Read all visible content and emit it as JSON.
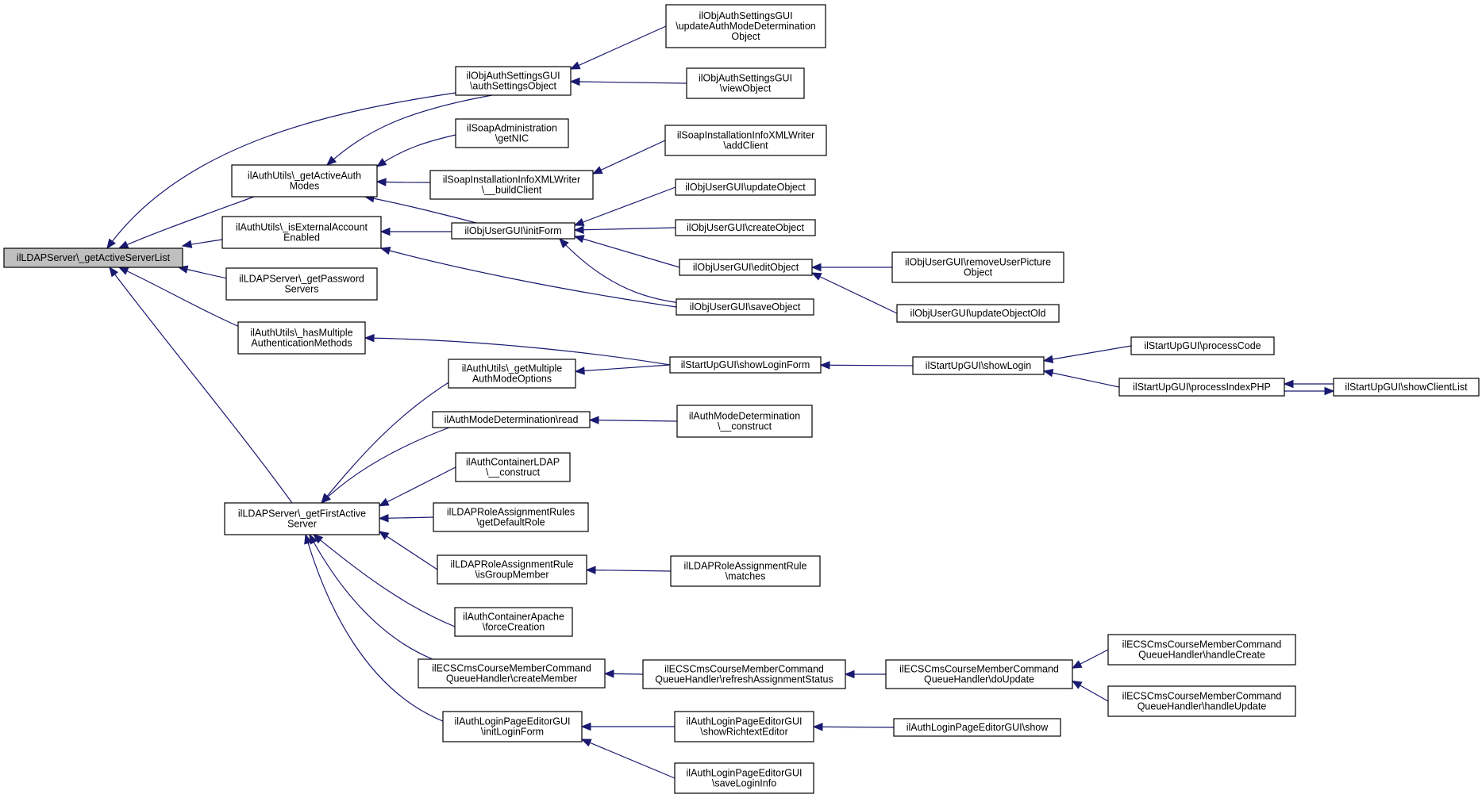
{
  "graph": {
    "colors": {
      "edge": "#191970",
      "root_fill": "#bfbfbf",
      "node_fill": "#ffffff",
      "border": "#000000"
    },
    "nodes": [
      {
        "id": "root",
        "lines": [
          "ilLDAPServer\\_getActiveServerList"
        ],
        "root": true
      },
      {
        "id": "getActiveAuthModes",
        "lines": [
          "ilAuthUtils\\_getActiveAuth",
          "Modes"
        ]
      },
      {
        "id": "isExternalAccountEnabled",
        "lines": [
          "ilAuthUtils\\_isExternalAccount",
          "Enabled"
        ]
      },
      {
        "id": "getPasswordServers",
        "lines": [
          "ilLDAPServer\\_getPassword",
          "Servers"
        ]
      },
      {
        "id": "hasMultipleAuth",
        "lines": [
          "ilAuthUtils\\_hasMultiple",
          "AuthenticationMethods"
        ]
      },
      {
        "id": "getFirstActiveServer",
        "lines": [
          "ilLDAPServer\\_getFirstActive",
          "Server"
        ]
      },
      {
        "id": "authSettingsObject",
        "lines": [
          "ilObjAuthSettingsGUI",
          "\\authSettingsObject"
        ]
      },
      {
        "id": "soapGetNIC",
        "lines": [
          "ilSoapAdministration",
          "\\getNIC"
        ]
      },
      {
        "id": "soapBuildClient",
        "lines": [
          "ilSoapInstallationInfoXMLWriter",
          "\\__buildClient"
        ]
      },
      {
        "id": "initForm",
        "lines": [
          "ilObjUserGUI\\initForm"
        ]
      },
      {
        "id": "getMultipleAuthModeOptions",
        "lines": [
          "ilAuthUtils\\_getMultiple",
          "AuthModeOptions"
        ]
      },
      {
        "id": "authModeDetRead",
        "lines": [
          "ilAuthModeDetermination\\read"
        ]
      },
      {
        "id": "authContainerLDAPConstruct",
        "lines": [
          "ilAuthContainerLDAP",
          "\\__construct"
        ]
      },
      {
        "id": "getDefaultRole",
        "lines": [
          "ilLDAPRoleAssignmentRules",
          "\\getDefaultRole"
        ]
      },
      {
        "id": "isGroupMember",
        "lines": [
          "ilLDAPRoleAssignmentRule",
          "\\isGroupMember"
        ]
      },
      {
        "id": "forceCreation",
        "lines": [
          "ilAuthContainerApache",
          "\\forceCreation"
        ]
      },
      {
        "id": "createMember",
        "lines": [
          "ilECSCmsCourseMemberCommand",
          "QueueHandler\\createMember"
        ]
      },
      {
        "id": "initLoginForm",
        "lines": [
          "ilAuthLoginPageEditorGUI",
          "\\initLoginForm"
        ]
      },
      {
        "id": "updateAuthModeDet",
        "lines": [
          "ilObjAuthSettingsGUI",
          "\\updateAuthModeDetermination",
          "Object"
        ]
      },
      {
        "id": "viewObject",
        "lines": [
          "ilObjAuthSettingsGUI",
          "\\viewObject"
        ]
      },
      {
        "id": "addClient",
        "lines": [
          "ilSoapInstallationInfoXMLWriter",
          "\\addClient"
        ]
      },
      {
        "id": "updateObject",
        "lines": [
          "ilObjUserGUI\\updateObject"
        ]
      },
      {
        "id": "createObject",
        "lines": [
          "ilObjUserGUI\\createObject"
        ]
      },
      {
        "id": "editObject",
        "lines": [
          "ilObjUserGUI\\editObject"
        ]
      },
      {
        "id": "saveObject",
        "lines": [
          "ilObjUserGUI\\saveObject"
        ]
      },
      {
        "id": "showLoginForm",
        "lines": [
          "ilStartUpGUI\\showLoginForm"
        ]
      },
      {
        "id": "authModeDetConstruct",
        "lines": [
          "ilAuthModeDetermination",
          "\\__construct"
        ]
      },
      {
        "id": "matches",
        "lines": [
          "ilLDAPRoleAssignmentRule",
          "\\matches"
        ]
      },
      {
        "id": "refreshAssignmentStatus",
        "lines": [
          "ilECSCmsCourseMemberCommand",
          "QueueHandler\\refreshAssignmentStatus"
        ]
      },
      {
        "id": "showRichtextEditor",
        "lines": [
          "ilAuthLoginPageEditorGUI",
          "\\showRichtextEditor"
        ]
      },
      {
        "id": "saveLoginInfo",
        "lines": [
          "ilAuthLoginPageEditorGUI",
          "\\saveLoginInfo"
        ]
      },
      {
        "id": "removeUserPictureObject",
        "lines": [
          "ilObjUserGUI\\removeUserPicture",
          "Object"
        ]
      },
      {
        "id": "updateObjectOld",
        "lines": [
          "ilObjUserGUI\\updateObjectOld"
        ]
      },
      {
        "id": "showLogin",
        "lines": [
          "ilStartUpGUI\\showLogin"
        ]
      },
      {
        "id": "doUpdate",
        "lines": [
          "ilECSCmsCourseMemberCommand",
          "QueueHandler\\doUpdate"
        ]
      },
      {
        "id": "loginPageShow",
        "lines": [
          "ilAuthLoginPageEditorGUI\\show"
        ]
      },
      {
        "id": "processCode",
        "lines": [
          "ilStartUpGUI\\processCode"
        ]
      },
      {
        "id": "processIndexPHP",
        "lines": [
          "ilStartUpGUI\\processIndexPHP"
        ]
      },
      {
        "id": "showClientList",
        "lines": [
          "ilStartUpGUI\\showClientList"
        ]
      },
      {
        "id": "handleCreate",
        "lines": [
          "ilECSCmsCourseMemberCommand",
          "QueueHandler\\handleCreate"
        ]
      },
      {
        "id": "handleUpdate",
        "lines": [
          "ilECSCmsCourseMemberCommand",
          "QueueHandler\\handleUpdate"
        ]
      }
    ],
    "edges": [
      {
        "from": "getActiveAuthModes",
        "to": "root"
      },
      {
        "from": "isExternalAccountEnabled",
        "to": "root"
      },
      {
        "from": "getPasswordServers",
        "to": "root"
      },
      {
        "from": "hasMultipleAuth",
        "to": "root"
      },
      {
        "from": "getFirstActiveServer",
        "to": "root"
      },
      {
        "from": "authSettingsObject",
        "to": "root"
      },
      {
        "from": "authSettingsObject",
        "to": "getActiveAuthModes"
      },
      {
        "from": "soapGetNIC",
        "to": "getActiveAuthModes"
      },
      {
        "from": "soapBuildClient",
        "to": "getActiveAuthModes"
      },
      {
        "from": "initForm",
        "to": "getActiveAuthModes"
      },
      {
        "from": "initForm",
        "to": "isExternalAccountEnabled"
      },
      {
        "from": "saveObject",
        "to": "isExternalAccountEnabled"
      },
      {
        "from": "showLoginForm",
        "to": "hasMultipleAuth"
      },
      {
        "from": "getMultipleAuthModeOptions",
        "to": "getFirstActiveServer"
      },
      {
        "from": "authModeDetRead",
        "to": "getFirstActiveServer"
      },
      {
        "from": "authContainerLDAPConstruct",
        "to": "getFirstActiveServer"
      },
      {
        "from": "getDefaultRole",
        "to": "getFirstActiveServer"
      },
      {
        "from": "isGroupMember",
        "to": "getFirstActiveServer"
      },
      {
        "from": "forceCreation",
        "to": "getFirstActiveServer"
      },
      {
        "from": "createMember",
        "to": "getFirstActiveServer"
      },
      {
        "from": "initLoginForm",
        "to": "getFirstActiveServer"
      },
      {
        "from": "updateAuthModeDet",
        "to": "authSettingsObject"
      },
      {
        "from": "viewObject",
        "to": "authSettingsObject"
      },
      {
        "from": "addClient",
        "to": "soapBuildClient"
      },
      {
        "from": "updateObject",
        "to": "initForm"
      },
      {
        "from": "createObject",
        "to": "initForm"
      },
      {
        "from": "editObject",
        "to": "initForm"
      },
      {
        "from": "saveObject",
        "to": "initForm"
      },
      {
        "from": "removeUserPictureObject",
        "to": "editObject"
      },
      {
        "from": "updateObjectOld",
        "to": "editObject"
      },
      {
        "from": "showLoginForm",
        "to": "getMultipleAuthModeOptions"
      },
      {
        "from": "showLogin",
        "to": "showLoginForm"
      },
      {
        "from": "processCode",
        "to": "showLogin"
      },
      {
        "from": "processIndexPHP",
        "to": "showLogin"
      },
      {
        "from": "showClientList",
        "to": "processIndexPHP"
      },
      {
        "from": "processIndexPHP",
        "to": "showClientList"
      },
      {
        "from": "authModeDetConstruct",
        "to": "authModeDetRead"
      },
      {
        "from": "matches",
        "to": "isGroupMember"
      },
      {
        "from": "refreshAssignmentStatus",
        "to": "createMember"
      },
      {
        "from": "doUpdate",
        "to": "refreshAssignmentStatus"
      },
      {
        "from": "handleCreate",
        "to": "doUpdate"
      },
      {
        "from": "handleUpdate",
        "to": "doUpdate"
      },
      {
        "from": "showRichtextEditor",
        "to": "initLoginForm"
      },
      {
        "from": "saveLoginInfo",
        "to": "initLoginForm"
      },
      {
        "from": "loginPageShow",
        "to": "showRichtextEditor"
      }
    ]
  }
}
